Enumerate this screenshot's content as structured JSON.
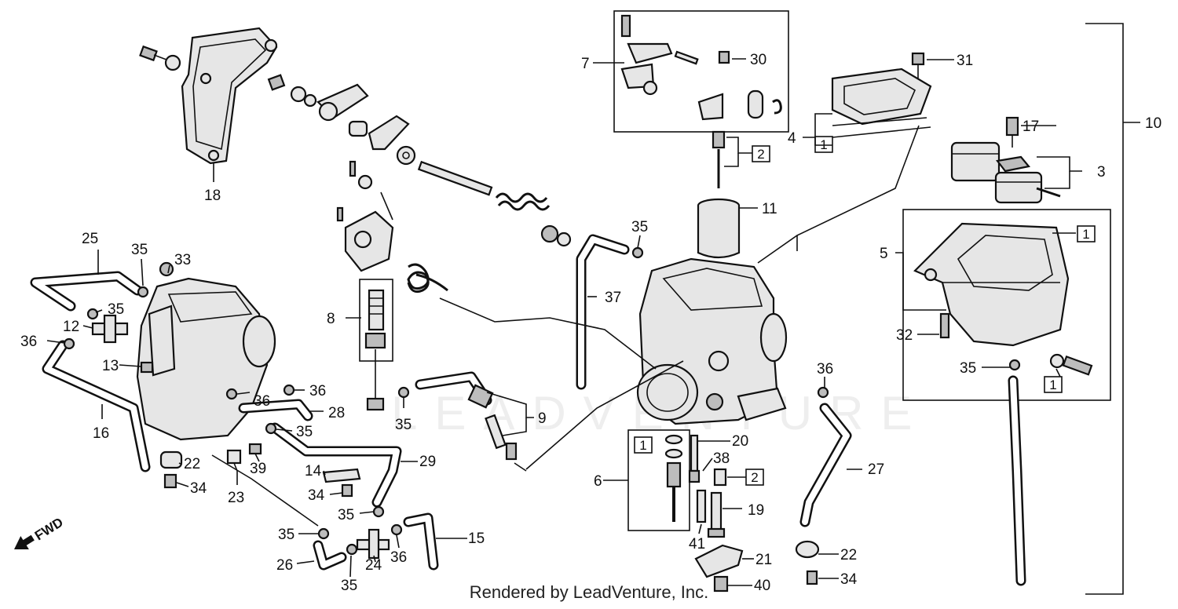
{
  "diagram": {
    "credit": "Rendered by LeadVenture, Inc.",
    "watermark": "LEADVENTURE",
    "fwd_label": "FWD",
    "callouts": [
      {
        "id": "c1",
        "text": "1"
      },
      {
        "id": "c2",
        "text": "2"
      },
      {
        "id": "c3",
        "text": "3"
      },
      {
        "id": "c4",
        "text": "4"
      },
      {
        "id": "c5",
        "text": "5"
      },
      {
        "id": "c6",
        "text": "6"
      },
      {
        "id": "c7",
        "text": "7"
      },
      {
        "id": "c8",
        "text": "8"
      },
      {
        "id": "c9",
        "text": "9"
      },
      {
        "id": "c10",
        "text": "10"
      },
      {
        "id": "c11",
        "text": "11"
      },
      {
        "id": "c12",
        "text": "12"
      },
      {
        "id": "c13",
        "text": "13"
      },
      {
        "id": "c14",
        "text": "14"
      },
      {
        "id": "c15",
        "text": "15"
      },
      {
        "id": "c16",
        "text": "16"
      },
      {
        "id": "c17",
        "text": "17"
      },
      {
        "id": "c18",
        "text": "18"
      },
      {
        "id": "c19",
        "text": "19"
      },
      {
        "id": "c20",
        "text": "20"
      },
      {
        "id": "c21",
        "text": "21"
      },
      {
        "id": "c22",
        "text": "22"
      },
      {
        "id": "c23",
        "text": "23"
      },
      {
        "id": "c24",
        "text": "24"
      },
      {
        "id": "c25",
        "text": "25"
      },
      {
        "id": "c26",
        "text": "26"
      },
      {
        "id": "c27",
        "text": "27"
      },
      {
        "id": "c28",
        "text": "28"
      },
      {
        "id": "c29",
        "text": "29"
      },
      {
        "id": "c30",
        "text": "30"
      },
      {
        "id": "c31",
        "text": "31"
      },
      {
        "id": "c32",
        "text": "32"
      },
      {
        "id": "c33",
        "text": "33"
      },
      {
        "id": "c34",
        "text": "34"
      },
      {
        "id": "c35",
        "text": "35"
      },
      {
        "id": "c36",
        "text": "36"
      },
      {
        "id": "c37",
        "text": "37"
      },
      {
        "id": "c38",
        "text": "38"
      },
      {
        "id": "c39",
        "text": "39"
      },
      {
        "id": "c40",
        "text": "40"
      },
      {
        "id": "c41",
        "text": "41"
      }
    ],
    "kit_box_labels": {
      "kit1": "1",
      "kit2": "2"
    }
  }
}
